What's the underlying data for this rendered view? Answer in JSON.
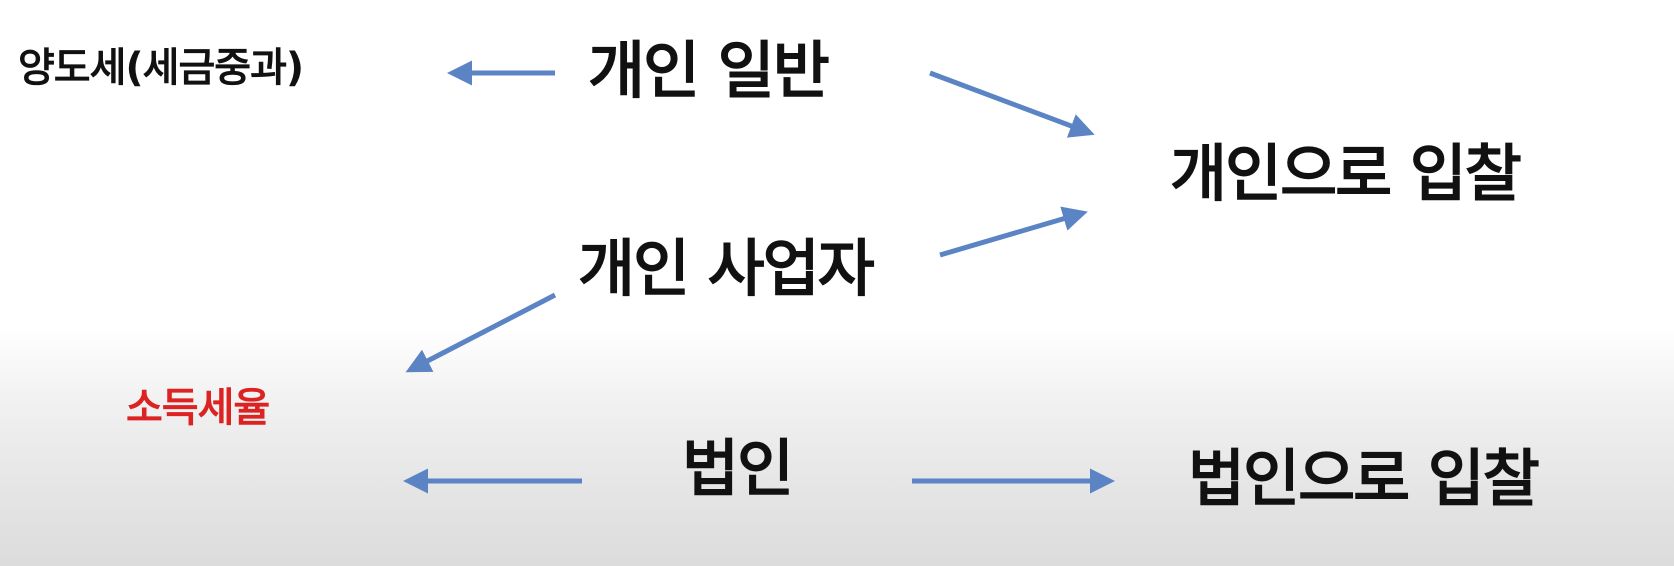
{
  "nodes": {
    "tax_transfer": "양도세(세금중과)",
    "individual_general": "개인 일반",
    "bid_individual": "개인으로 입찰",
    "individual_business": "개인 사업자",
    "income_tax_rate": "소득세율",
    "corporation": "법인",
    "bid_corporation": "법인으로 입찰"
  },
  "colors": {
    "arrow": "#5b84c4",
    "text": "#111111",
    "highlight": "#dd2222"
  },
  "icons": {
    "arrow_head": "arrow-head-icon"
  }
}
